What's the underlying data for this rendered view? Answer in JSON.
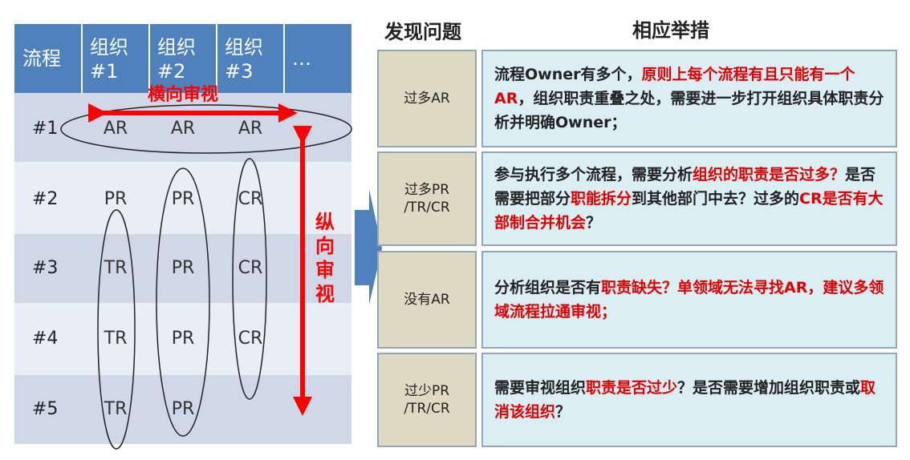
{
  "matrix": {
    "header": [
      "流程",
      "组织\n#1",
      "组织\n#2",
      "组织\n#3",
      "…"
    ],
    "rows": [
      {
        "label": "#1",
        "cells": [
          "AR",
          "AR",
          "AR"
        ]
      },
      {
        "label": "#2",
        "cells": [
          "PR",
          "PR",
          "CR"
        ]
      },
      {
        "label": "#3",
        "cells": [
          "TR",
          "PR",
          "CR"
        ]
      },
      {
        "label": "#4",
        "cells": [
          "TR",
          "PR",
          "CR"
        ]
      },
      {
        "label": "#5",
        "cells": [
          "TR",
          "PR",
          ""
        ]
      }
    ],
    "horizontal_label": "横向审视",
    "vertical_label": [
      "纵",
      "向",
      "审",
      "视"
    ]
  },
  "panel": {
    "problem_title": "发现问题",
    "measure_title": "相应举措",
    "items": [
      {
        "problem": [
          "过多AR"
        ],
        "measure": [
          {
            "t": "流程Owner有多个，",
            "red": false
          },
          {
            "t": "原则上每个流程有且只能有一个AR",
            "red": true
          },
          {
            "t": "，组织职责重叠之处，需要进一步打开组织具体职责分析并明确Owner；",
            "red": false
          }
        ]
      },
      {
        "problem": [
          "过多PR",
          "/TR/CR"
        ],
        "measure": [
          {
            "t": "参与执行多个流程，需要分析",
            "red": false
          },
          {
            "t": "组织的职责是否过多？",
            "red": true
          },
          {
            "t": "是否需要把部分",
            "red": false
          },
          {
            "t": "职能拆分",
            "red": true
          },
          {
            "t": "到其他部门中去？过多的",
            "red": false
          },
          {
            "t": "CR是否有大部制合并机会",
            "red": true
          },
          {
            "t": "？",
            "red": false
          }
        ]
      },
      {
        "problem": [
          "没有AR"
        ],
        "measure": [
          {
            "t": "分析组织是否有",
            "red": false
          },
          {
            "t": "职责缺失？单领域无法寻找AR，建议多领域流程拉通审视；",
            "red": true
          }
        ]
      },
      {
        "problem": [
          "过少PR",
          "/TR/CR"
        ],
        "measure": [
          {
            "t": "需要审视组织",
            "red": false
          },
          {
            "t": "职责是否过少",
            "red": true
          },
          {
            "t": "？是否需要增加组织职责或",
            "red": false
          },
          {
            "t": "取消该组织",
            "red": true
          },
          {
            "t": "？",
            "red": false
          }
        ]
      }
    ]
  },
  "colors": {
    "header_blue": "#4F81BD",
    "band_dark": "#D0D8E8",
    "band_light": "#E9EDF4",
    "arrow_red": "#FF0000",
    "problem_fill": "#DDD9C3",
    "measure_fill": "#DAEEF3",
    "pointer_arrow": "#4F81BD"
  }
}
